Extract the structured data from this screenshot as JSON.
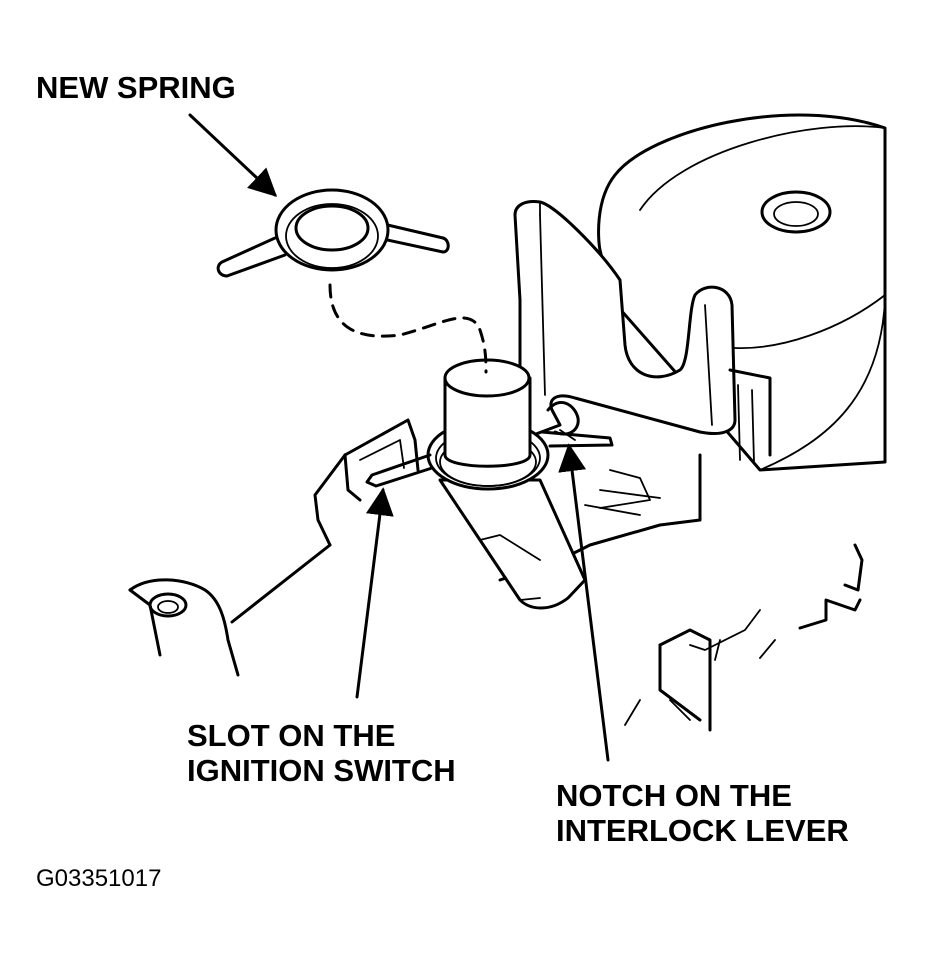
{
  "labels": {
    "new_spring": "NEW SPRING",
    "slot_line1": "SLOT ON THE",
    "slot_line2": "IGNITION SWITCH",
    "notch_line1": "NOTCH ON THE",
    "notch_line2": "INTERLOCK LEVER"
  },
  "figure_id": "G03351017"
}
